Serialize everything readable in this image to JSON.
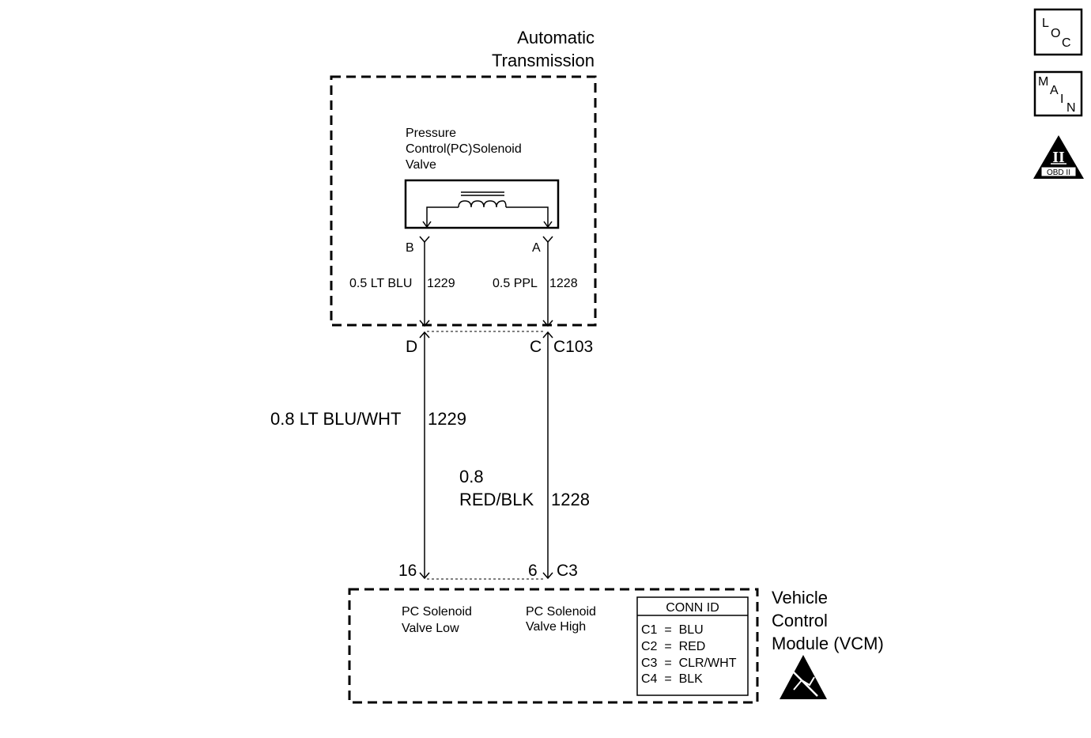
{
  "transmission": {
    "title_line1": "Automatic",
    "title_line2": "Transmission",
    "solenoid": {
      "line1": "Pressure",
      "line2": "Control(PC)Solenoid",
      "line3": "Valve"
    },
    "terminal_b": "B",
    "terminal_a": "A",
    "wire_b_label": "0.5 LT BLU",
    "wire_b_circuit": "1229",
    "wire_a_label": "0.5 PPL",
    "wire_a_circuit": "1228"
  },
  "connector_c103": {
    "pin_left": "D",
    "pin_right": "C",
    "name": "C103"
  },
  "harness": {
    "wire1_label": "0.8 LT BLU/WHT",
    "wire1_circuit": "1229",
    "wire2_label_line1": "0.8",
    "wire2_label_line2": "RED/BLK",
    "wire2_circuit": "1228"
  },
  "connector_c3": {
    "pin_left": "16",
    "pin_right": "6",
    "name": "C3"
  },
  "vcm": {
    "title_line1": "Vehicle",
    "title_line2": "Control",
    "title_line3": "Module (VCM)",
    "low_line1": "PC Solenoid",
    "low_line2": "Valve Low",
    "high_line1": "PC Solenoid",
    "high_line2": "Valve High",
    "conn_id": {
      "header": "CONN ID",
      "rows": [
        "C1  =  BLU",
        "C2  =  RED",
        "C3  =  CLR/WHT",
        "C4  =  BLK"
      ]
    }
  },
  "side_icons": {
    "loc": {
      "l": "L",
      "o": "O",
      "c": "C",
      "icon": "loc-icon"
    },
    "main": {
      "m": "M",
      "a": "A",
      "i": "I",
      "n": "N",
      "icon": "main-icon"
    },
    "obd": {
      "numeral": "II",
      "label": "OBD II",
      "icon": "obd-ii-icon"
    }
  },
  "esd_icon": "esd-sensitive-icon"
}
